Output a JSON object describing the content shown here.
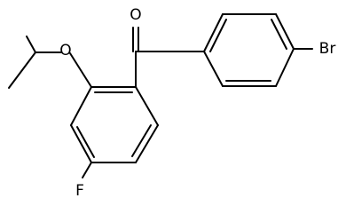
{
  "structure": {
    "atoms": {
      "carbonyl_oxygen": "O",
      "ether_oxygen": "O",
      "fluorine": "F",
      "bromine": "Br"
    }
  },
  "colors": {
    "bond": "#000000",
    "label": "#000000",
    "background": "#ffffff"
  }
}
